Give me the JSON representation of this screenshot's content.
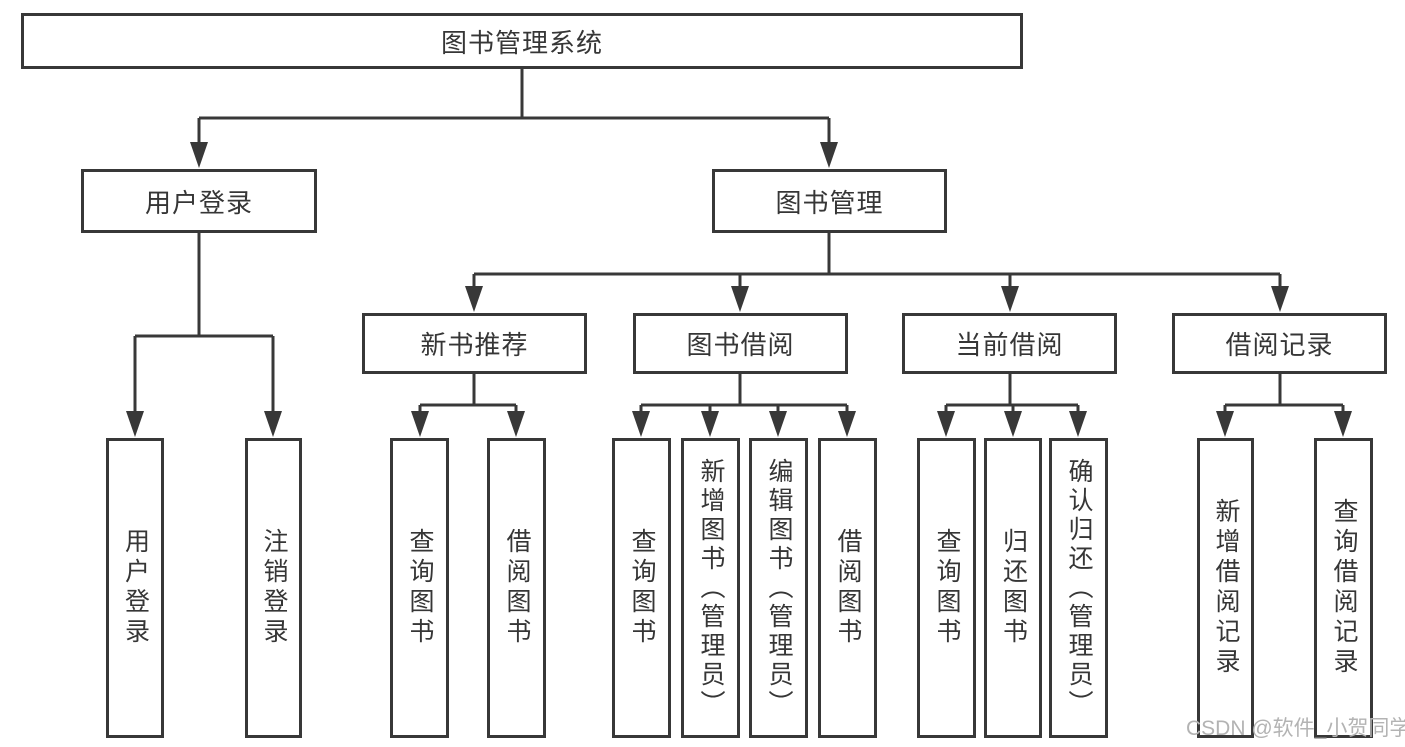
{
  "diagram": {
    "type": "functional-structure-tree",
    "root": {
      "label": "图书管理系统"
    },
    "level2": [
      {
        "label": "用户登录"
      },
      {
        "label": "图书管理"
      }
    ],
    "level3": [
      {
        "label": "新书推荐",
        "parent": "图书管理"
      },
      {
        "label": "图书借阅",
        "parent": "图书管理"
      },
      {
        "label": "当前借阅",
        "parent": "图书管理"
      },
      {
        "label": "借阅记录",
        "parent": "图书管理"
      }
    ],
    "leaves": [
      {
        "label": "用户登录",
        "parent": "用户登录"
      },
      {
        "label": "注销登录",
        "parent": "用户登录"
      },
      {
        "label": "查询图书",
        "parent": "新书推荐"
      },
      {
        "label": "借阅图书",
        "parent": "新书推荐"
      },
      {
        "label": "查询图书",
        "parent": "图书借阅"
      },
      {
        "label": "新增图书（管理员）",
        "parent": "图书借阅"
      },
      {
        "label": "编辑图书（管理员）",
        "parent": "图书借阅"
      },
      {
        "label": "借阅图书",
        "parent": "图书借阅"
      },
      {
        "label": "查询图书",
        "parent": "当前借阅"
      },
      {
        "label": "归还图书",
        "parent": "当前借阅"
      },
      {
        "label": "确认归还（管理员）",
        "parent": "当前借阅"
      },
      {
        "label": "新增借阅记录",
        "parent": "借阅记录"
      },
      {
        "label": "查询借阅记录",
        "parent": "借阅记录"
      }
    ]
  },
  "watermark": {
    "text": "CSDN @软件_小贺同学"
  },
  "colors": {
    "line": "#383838",
    "text": "#363636",
    "background": "#ffffff",
    "watermark": "#b3b3b3"
  }
}
